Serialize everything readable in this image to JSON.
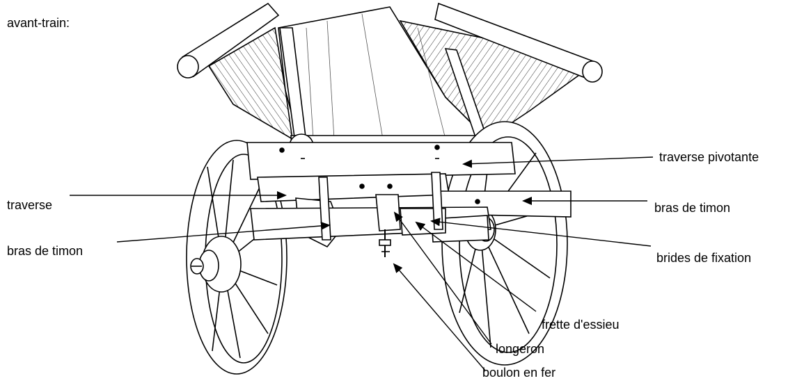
{
  "caption": "avant-train:",
  "labels": {
    "traverse_pivotante": "traverse pivotante",
    "traverse": "traverse",
    "bras_de_timon_right": "bras de timon",
    "bras_de_timon_left": "bras de timon",
    "brides_de_fixation": "brides de fixation",
    "frette_d_essieu": "frette d'essieu",
    "longeron": "longeron",
    "boulon_en_fer": "boulon en fer"
  },
  "colors": {
    "ink": "#000000",
    "paper": "#ffffff",
    "hatch": "#333333"
  },
  "illustration": {
    "subject": "wagon-front-axle-assembly-drawing"
  }
}
